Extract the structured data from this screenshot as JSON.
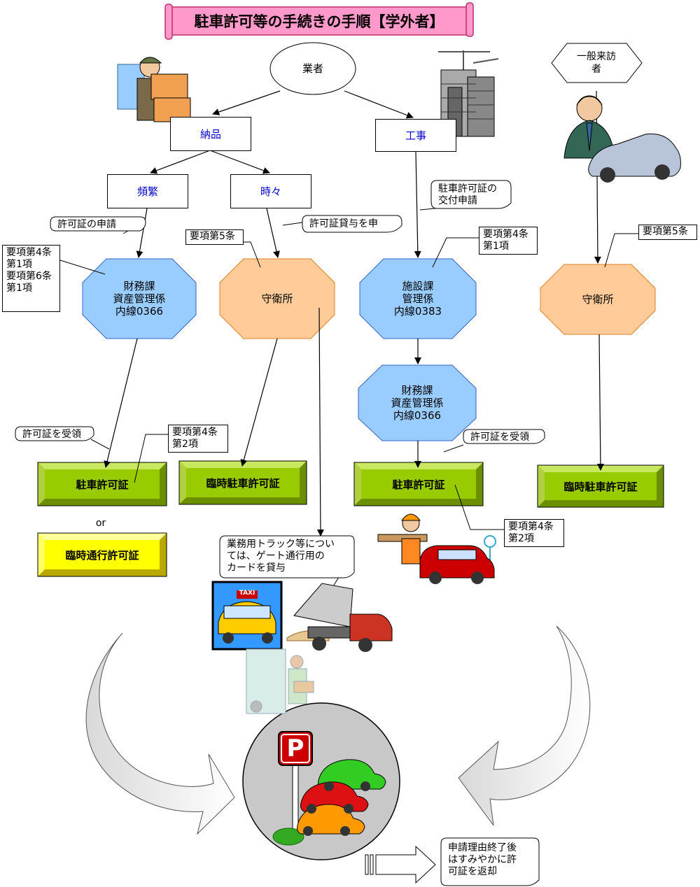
{
  "title": "駐車許可等の手続きの手順【学外者】",
  "nodes": {
    "gyosha": "業者",
    "ippan_raihosha": "一般来訪\n者",
    "nohin": "納品",
    "koji": "工事",
    "hinpan": "頻繁",
    "tokidoki": "時々",
    "zaimu_1": "財務課\n資産管理係\n内線0366",
    "shuei_1": "守衛所",
    "shisetsu": "施設課\n管理係\n内線0383",
    "shuei_2": "守衛所",
    "zaimu_2": "財務課\n資産管理係\n内線0366"
  },
  "permits": {
    "chusha_1": "駐車許可証",
    "rinji_chusha_1": "臨時駐車許可証",
    "chusha_2": "駐車許可証",
    "rinji_chusha_2": "臨時駐車許可証",
    "rinji_tsuko": "臨時通行許可証",
    "or_label": "or"
  },
  "notes": {
    "kyokasho_shinsei": "許可証の申請",
    "kyokasho_taiyo": "許可証貸与を申",
    "kotsu_shinsei": "駐車許可証の\n交付申請",
    "yoko_4_1_6_1": "要項第4条\n第1項\n要項第6条\n第1項",
    "yoko_5_a": "要項第5条",
    "yoko_4_1": "要項第4条\n第1項",
    "yoko_5_b": "要項第5条",
    "juryo_1": "許可証を受領",
    "yoko_4_2_a": "要項第4条\n第2項",
    "juryo_2": "許可証を受領",
    "yoko_4_2_b": "要項第4条\n第2項",
    "truck_card": "業務用トラック等につい\nては、ゲート通行用の\nカードを貸与",
    "henkyaku": "申請理由終了後\nはすみやかに許\n可証を返却"
  },
  "icons": {
    "taxi_sign": "TAXI",
    "parking_sign": "P"
  },
  "colors": {
    "blue_octagon": "#99ccff",
    "orange_octagon": "#ffcc99",
    "green_permit": "#99cc00",
    "yellow_permit": "#ffff00",
    "title_band": "#ff99cc"
  }
}
